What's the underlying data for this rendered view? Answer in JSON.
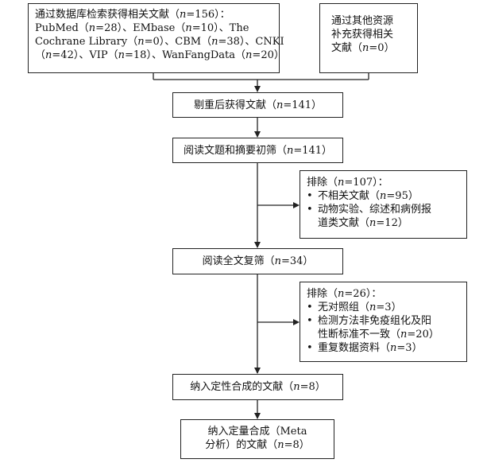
{
  "boxes": {
    "db_search": [
      "通过数据库检索获得相关文献（n=156）：",
      "PubMed（n=28）、EMbase（n=10）、The",
      "Cochrane Library（n=0）、CBM（n=38）、CNKI",
      "（n=42）、VIP（n=18）、WanFangData（n=20）"
    ],
    "other_sources": [
      "通过其他资源",
      "补充获得相关",
      "文献（n=0）"
    ],
    "dedup": "剔重后获得文献（n=141）",
    "screen_title": "阅读文题和摘要初筛（n=141）",
    "exclude1": {
      "title": "排除（n=107）：",
      "items": [
        [
          "不相关文献（n=95）"
        ],
        [
          "动物实验、综述和病例报",
          "道类文献（n=12）"
        ]
      ]
    },
    "fulltext": "阅读全文复筛（n=34）",
    "exclude2": {
      "title": "排除（n=26）：",
      "items": [
        [
          "无对照组（n=3）"
        ],
        [
          "检测方法非免疫组化及阳",
          "性断标准不一致（n=20）"
        ],
        [
          "重复数据资料（n=3）"
        ]
      ]
    },
    "qualitative": "纳入定性合成的文献（n=8）",
    "quantitative": [
      "纳入定量合成（Meta",
      "分析）的文献（n=8）"
    ]
  },
  "bullet_symbol": "•"
}
